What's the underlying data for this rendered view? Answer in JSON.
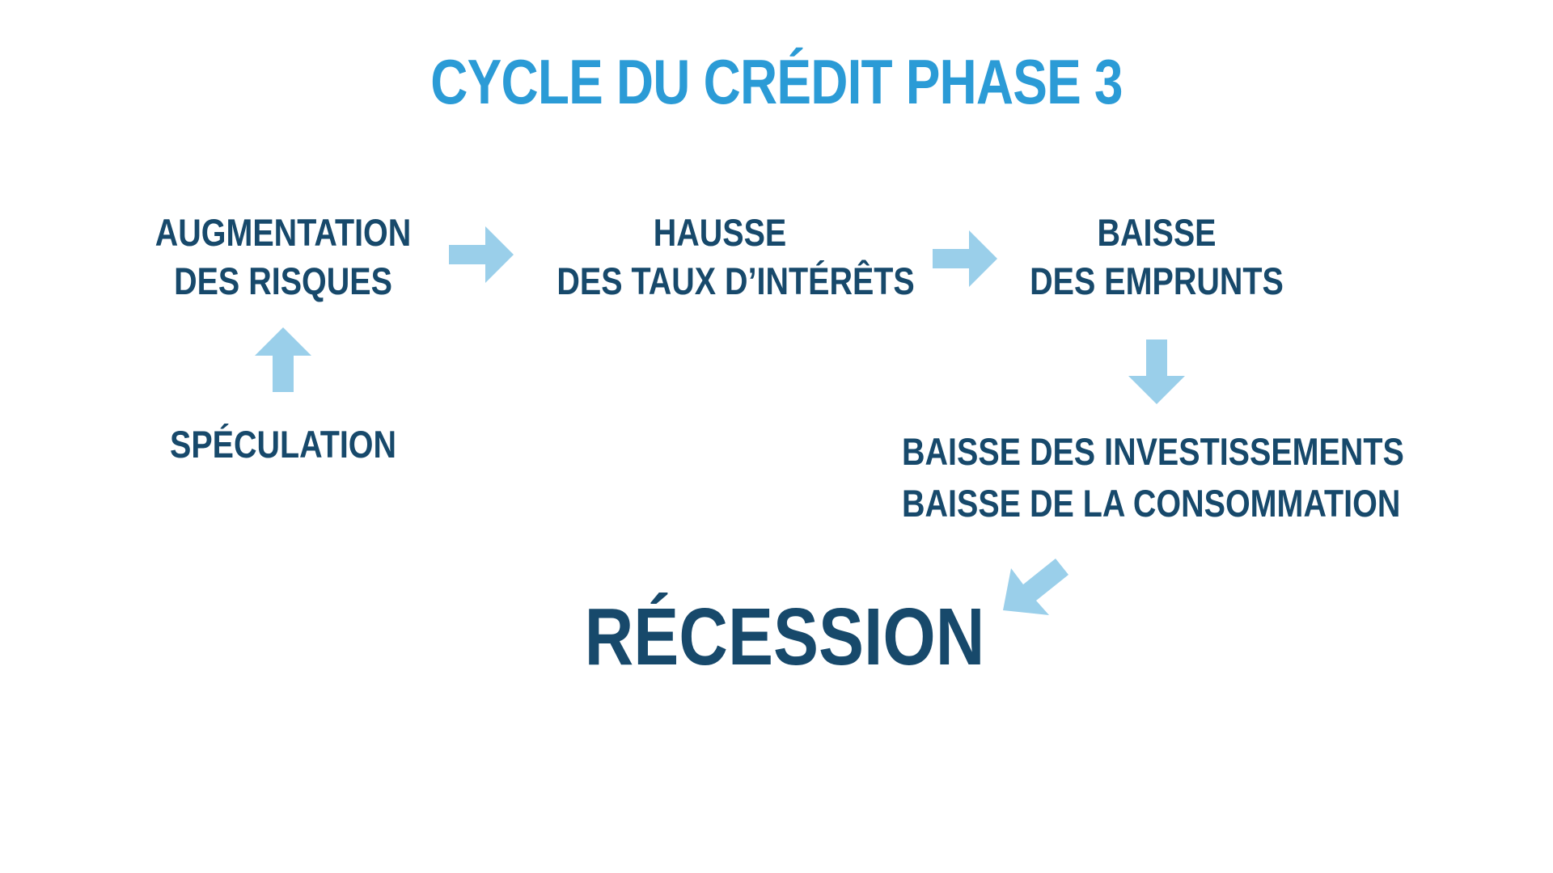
{
  "title": "CYCLE DU CRÉDIT PHASE 3",
  "colors": {
    "title": "#2B9BD6",
    "text": "#17496B",
    "arrow": "#9ACFEA",
    "background": "#FFFFFF"
  },
  "nodes": {
    "risques": {
      "line1": "AUGMENTATION",
      "line2": "DES RISQUES"
    },
    "taux": {
      "line1": "HAUSSE",
      "line2": "DES TAUX D’INTÉRÊTS"
    },
    "emprunts": {
      "line1": "BAISSE",
      "line2": "DES  EMPRUNTS"
    },
    "speculation": {
      "line1": "SPÉCULATION"
    },
    "investissements": {
      "line1": "BAISSE DES INVESTISSEMENTS",
      "line2": "BAISSE DE LA CONSOMMATION"
    },
    "recession": {
      "line1": "RÉCESSION"
    }
  },
  "arrows": [
    {
      "name": "arrow-speculation-to-risques",
      "direction": "up"
    },
    {
      "name": "arrow-risques-to-taux",
      "direction": "right"
    },
    {
      "name": "arrow-taux-to-emprunts",
      "direction": "right"
    },
    {
      "name": "arrow-emprunts-to-investissements",
      "direction": "down"
    },
    {
      "name": "arrow-investissements-to-recession",
      "direction": "down-left"
    }
  ]
}
